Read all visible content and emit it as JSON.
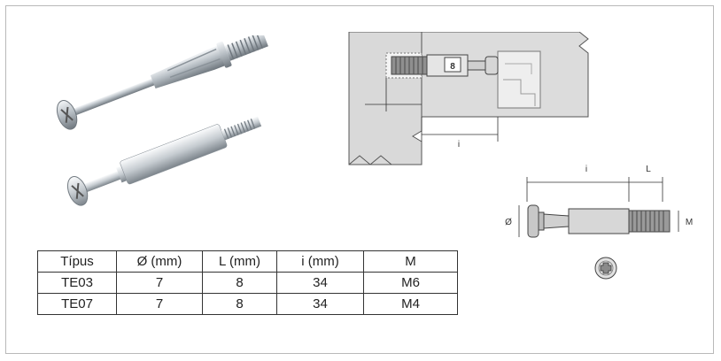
{
  "product_images": {
    "top_icon": "connector-bolt-expanding-icon",
    "bottom_icon": "connector-bolt-cylindrical-icon"
  },
  "installation_diagram": {
    "label_size": "8",
    "label_i": "i"
  },
  "dimension_diagram": {
    "label_i": "i",
    "label_L": "L",
    "label_diameter": "Ø",
    "label_M": "M",
    "head_icon": "phillips-head-icon"
  },
  "spec_table": {
    "headers": [
      "Típus",
      "Ø (mm)",
      "L (mm)",
      "i (mm)",
      "M"
    ],
    "rows": [
      [
        "TE03",
        "7",
        "8",
        "34",
        "M6"
      ],
      [
        "TE07",
        "7",
        "8",
        "34",
        "M4"
      ]
    ]
  }
}
